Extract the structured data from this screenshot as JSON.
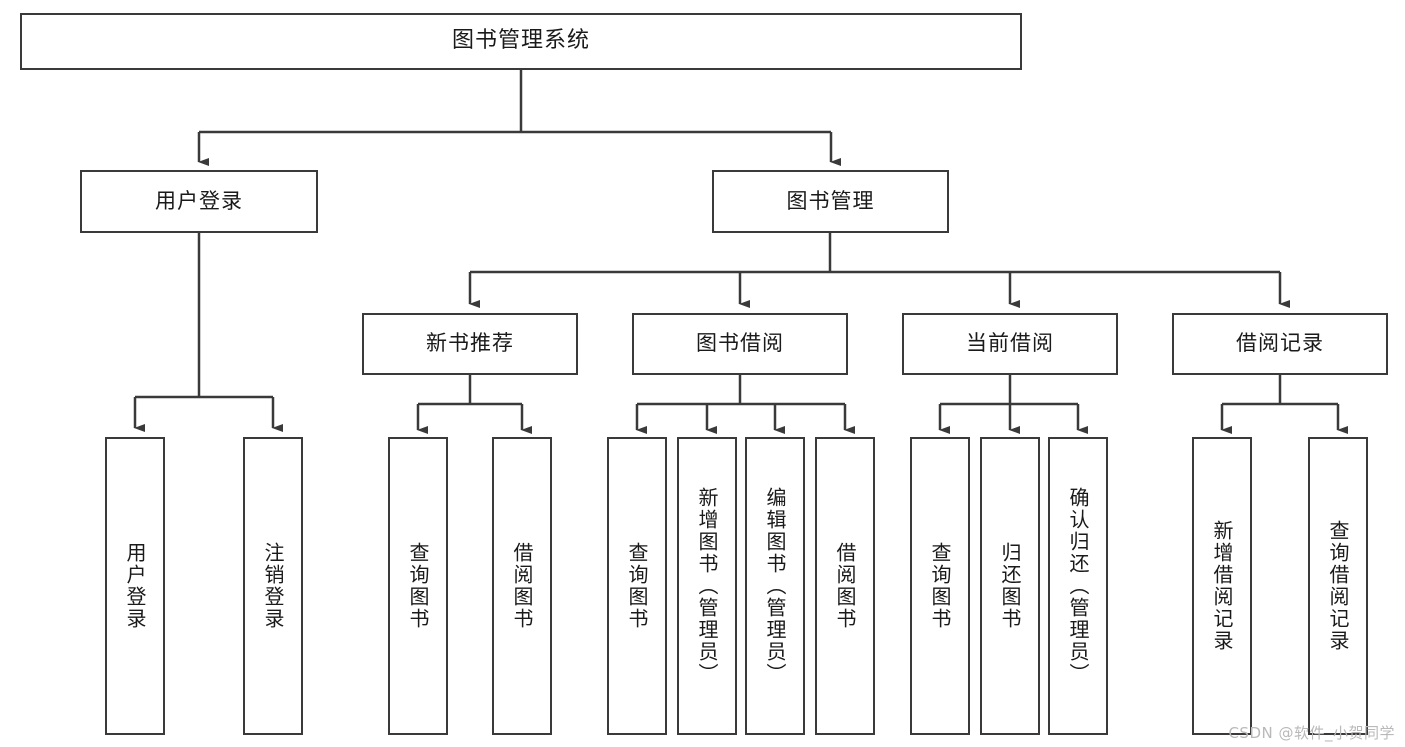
{
  "diagram": {
    "title": "图书管理系统",
    "type": "tree-hierarchy",
    "root": {
      "label": "图书管理系统"
    },
    "level2": [
      {
        "label": "用户登录"
      },
      {
        "label": "图书管理"
      }
    ],
    "level3": [
      {
        "label": "新书推荐"
      },
      {
        "label": "图书借阅"
      },
      {
        "label": "当前借阅"
      },
      {
        "label": "借阅记录"
      }
    ],
    "leaves": {
      "user_login": [
        {
          "label": "用户登录"
        },
        {
          "label": "注销登录"
        }
      ],
      "new_book_recommend": [
        {
          "label": "查询图书"
        },
        {
          "label": "借阅图书"
        }
      ],
      "book_borrow": [
        {
          "label": "查询图书"
        },
        {
          "label": "新增图书（管理员）"
        },
        {
          "label": "编辑图书（管理员）"
        },
        {
          "label": "借阅图书"
        }
      ],
      "current_borrow": [
        {
          "label": "查询图书"
        },
        {
          "label": "归还图书"
        },
        {
          "label": "确认归还（管理员）"
        }
      ],
      "borrow_record": [
        {
          "label": "新增借阅记录"
        },
        {
          "label": "查询借阅记录"
        }
      ]
    }
  },
  "watermark": {
    "text": "CSDN @软件_小贺同学"
  },
  "colors": {
    "box_border": "#3a3a3a",
    "box_fill": "#ffffff",
    "line": "#3a3a3a",
    "text": "#1a1a1a",
    "watermark": "#b9b9b9"
  }
}
